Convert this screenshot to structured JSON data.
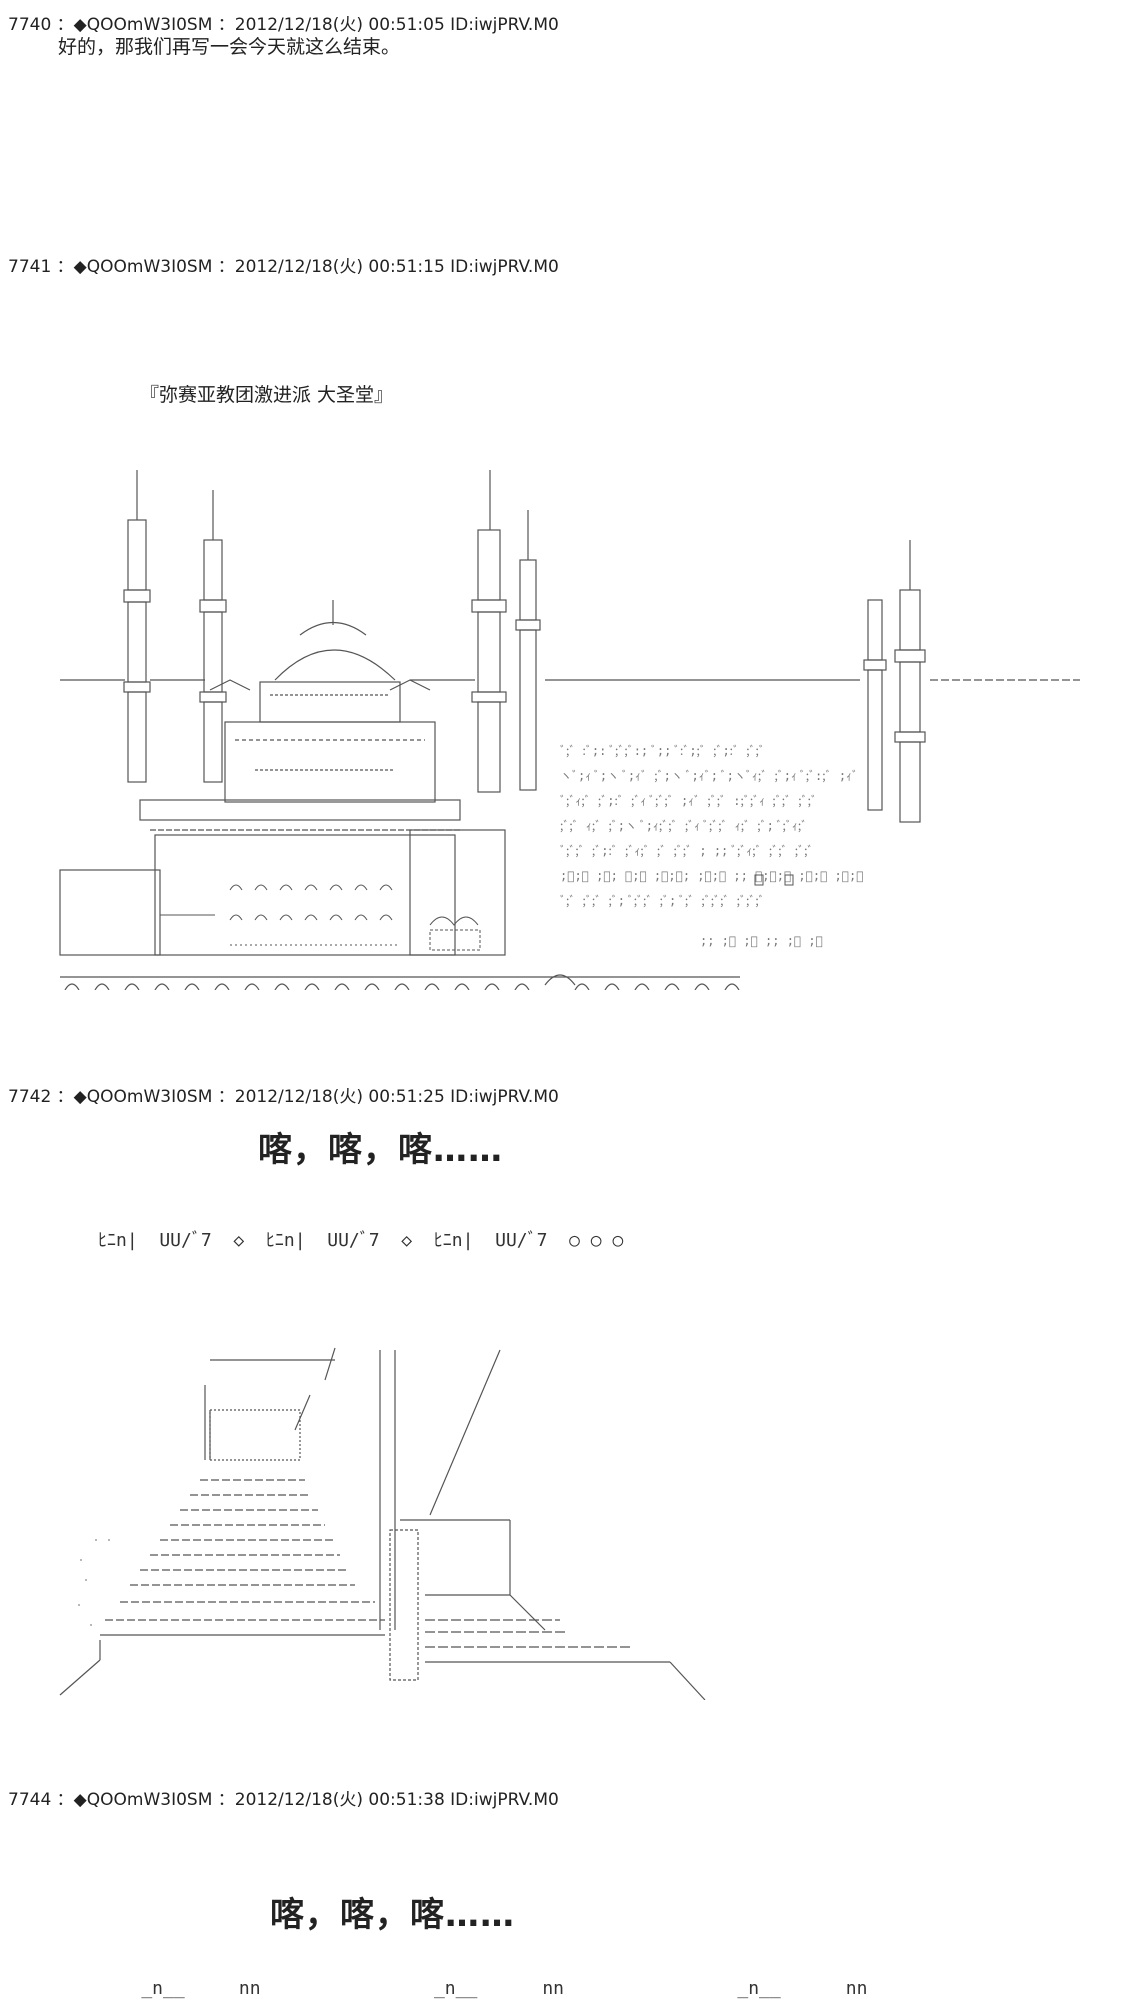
{
  "posts": [
    {
      "header": "7740 ：◆QOOmW3I0SM ：2012/12/18(火) 00:51:05 ID:iwjPRV.M0",
      "text": "好的，那我们再写一会今天就这么结束。"
    },
    {
      "header": "7741 ：◆QOOmW3I0SM ：2012/12/18(火) 00:51:15 ID:iwjPRV.M0",
      "text": "『弥赛亚教团激进派 大圣堂』"
    },
    {
      "header": "7742 ：◆QOOmW3I0SM ：2012/12/18(火) 00:51:25 ID:iwjPRV.M0",
      "text": "喀，喀，喀……",
      "footsteps": "ﾋﾆn|  UU/ﾞ7  ◇  ﾋﾆn|  UU/ﾞ7  ◇  ﾋﾆn|  UU/ﾞ7  ○ ○ ○"
    },
    {
      "header": "7744 ：◆QOOmW3I0SM ：2012/12/18(火) 00:51:38 ID:iwjPRV.M0",
      "text": "喀，喀，喀……"
    }
  ]
}
